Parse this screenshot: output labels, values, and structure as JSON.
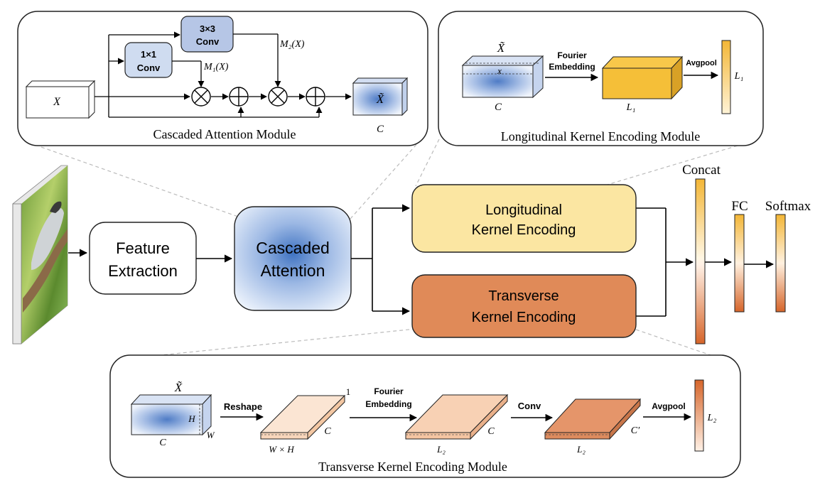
{
  "cascaded_module": {
    "title": "Cascaded Attention Module",
    "input_label": "X",
    "conv3_label_a": "3×3",
    "conv3_label_b": "Conv",
    "conv1_label_a": "1×1",
    "conv1_label_b": "Conv",
    "m2_label": "M₂(X)",
    "m1_label": "M₁(X)",
    "output_label": "X̃",
    "channel_label": "C"
  },
  "longitudinal_module": {
    "title": "Longitudinal Kernel Encoding Module",
    "input_label": "X̃",
    "x_label": "x",
    "channel_label": "C",
    "fourier_label_a": "Fourier",
    "fourier_label_b": "Embedding",
    "l1_label": "L₁",
    "avgpool_label": "Avgpool",
    "output_label": "L₁"
  },
  "main_flow": {
    "feature_a": "Feature",
    "feature_b": "Extraction",
    "cascaded_a": "Cascaded",
    "cascaded_b": "Attention",
    "long_a": "Longitudinal",
    "long_b": "Kernel Encoding",
    "trans_a": "Transverse",
    "trans_b": "Kernel Encoding",
    "concat_label": "Concat",
    "fc_label": "FC",
    "softmax_label": "Softmax"
  },
  "transverse_module": {
    "title": "Transverse Kernel Encoding Module",
    "input_label": "X̃",
    "h_label": "H",
    "w_label": "W",
    "c_label": "C",
    "reshape_label": "Reshape",
    "one_label": "1",
    "c2_label": "C",
    "wh_label": "W × H",
    "fourier_label_a": "Fourier",
    "fourier_label_b": "Embedding",
    "c3_label": "C",
    "l2a_label": "L₂",
    "conv_label": "Conv",
    "cprime_label": "C′",
    "l2b_label": "L₂",
    "avgpool_label": "Avgpool",
    "output_label": "L₂"
  },
  "colors": {
    "blue_center": "#5b86c8",
    "blue_edge": "#eef3fb",
    "yellow": "#fbe6a2",
    "orange": "#e08a58",
    "gold": "#f5c13a",
    "peach": "#f7d8bf"
  }
}
